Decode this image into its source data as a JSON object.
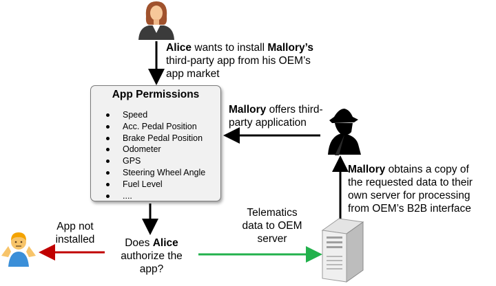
{
  "permissions_box": {
    "title": "App Permissions",
    "items": [
      "Speed",
      "Acc. Pedal Position",
      "Brake Pedal Position",
      "Odometer",
      "GPS",
      "Steering Wheel Angle",
      "Fuel Level",
      "...."
    ]
  },
  "alice_note": {
    "name": "Alice",
    "line1_rest": " wants to install ",
    "mallory": "Mallory’s",
    "line2": "third-party app from his OEM’s",
    "line3": "app market"
  },
  "mallory_offer": {
    "name": "Mallory",
    "line1_rest": " offers third-",
    "line2": "party application"
  },
  "mallory_obtains": {
    "name": "Mallory",
    "line1_rest": " obtains a copy of",
    "line2": "the requested data to their",
    "line3": "own server for processing",
    "line4": "from OEM’s B2B interface"
  },
  "telematics": {
    "line1": "Telematics",
    "line2": "data to OEM",
    "line3": "server"
  },
  "decision": {
    "line1_pre": "Does ",
    "name": "Alice",
    "line2": "authorize the",
    "line3": "app?"
  },
  "not_installed": {
    "line1": "App not",
    "line2": "installed"
  },
  "icons": {
    "alice": "woman-avatar-icon",
    "mallory": "spy-silhouette-icon",
    "server": "server-tower-icon",
    "shrug": "person-shrugging-icon"
  },
  "colors": {
    "no_arrow": "#c00000",
    "yes_arrow": "#22b14c",
    "arrow": "#000000"
  }
}
